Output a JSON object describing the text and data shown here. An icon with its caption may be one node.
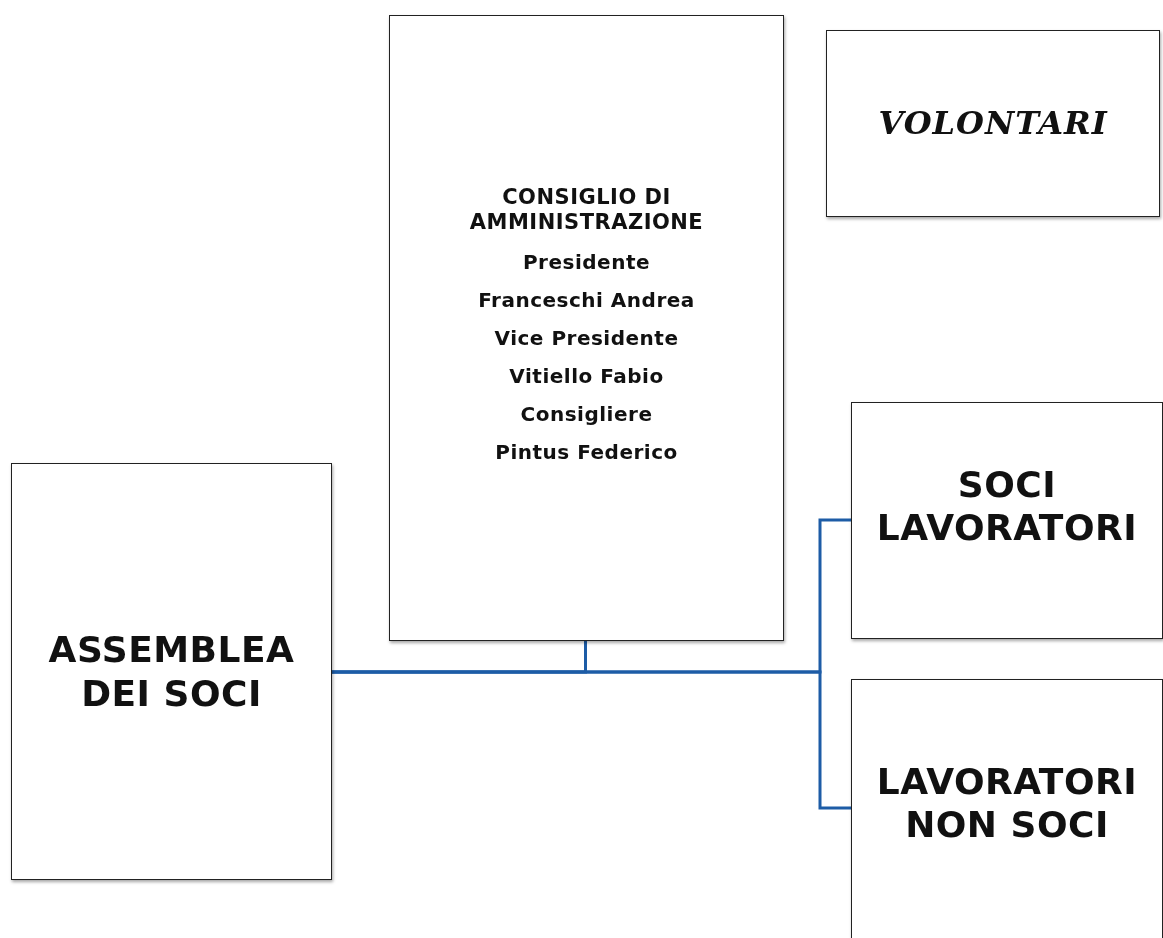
{
  "diagram": {
    "nodes": [
      {
        "text": [
          "CONSIGLIO DI AMMINISTRAZIONE",
          "Presidente",
          "Franceschi Andrea",
          "Vice Presidente",
          "Vitiello Fabio",
          "Consigliere",
          "Pintus Federico"
        ]
      },
      {
        "text": [
          "VOLONTARI"
        ]
      },
      {
        "text": [
          "ASSEMBLEA DEI SOCI"
        ]
      },
      {
        "text": [
          "SOCI LAVORATORI"
        ]
      },
      {
        "text": [
          "LAVORATORI NON SOCI"
        ]
      }
    ],
    "edges": [
      {
        "from": 2,
        "to": 0,
        "arrow": "none"
      },
      {
        "from": 2,
        "to": 3,
        "arrow": "none"
      },
      {
        "from": 2,
        "to": 4,
        "arrow": "none"
      }
    ]
  }
}
